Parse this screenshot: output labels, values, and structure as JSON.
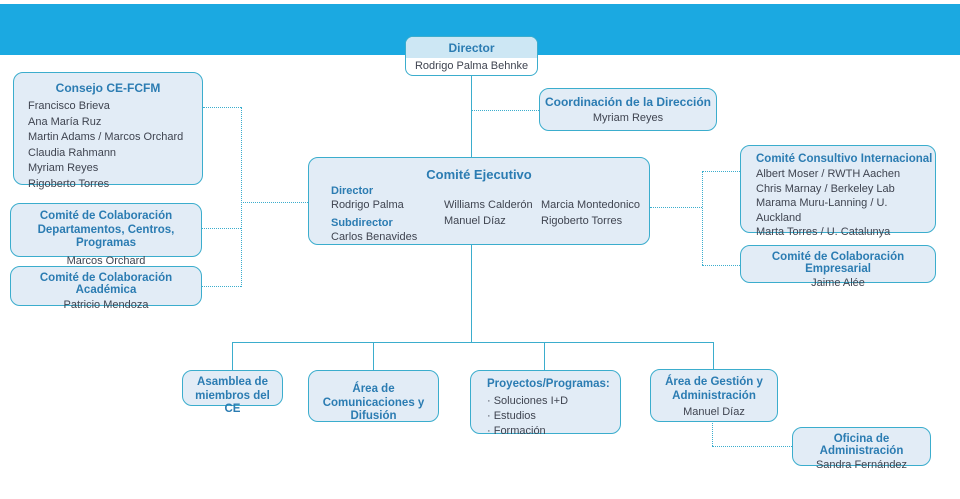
{
  "colors": {
    "bar": "#1ba9e1",
    "border": "#3badcd",
    "fill": "#e2ecf6",
    "band": "#cde7f4",
    "title": "#2b7cb2",
    "text": "#3f4450"
  },
  "boxes": {
    "director": {
      "title": "Director",
      "name": "Rodrigo Palma Behnke"
    },
    "consejo": {
      "title": "Consejo CE-FCFM",
      "members": [
        "Francisco Brieva",
        "Ana María Ruz",
        "Martin Adams / Marcos Orchard",
        "Claudia Rahmann",
        "Myriam Reyes",
        "Rigoberto Torres"
      ]
    },
    "coordinacion": {
      "title": "Coordinación de la Dirección",
      "name": "Myriam Reyes"
    },
    "ejecutivo": {
      "title": "Comité Ejecutivo",
      "director_label": "Director",
      "director_name": "Rodrigo Palma",
      "subdirector_label": "Subdirector",
      "subdirector_name": "Carlos Benavides",
      "col2": [
        "Williams Calderón",
        "Manuel Díaz"
      ],
      "col3": [
        "Marcia Montedonico",
        "Rigoberto Torres"
      ]
    },
    "consultivo": {
      "title": "Comité Consultivo Internacional",
      "members": [
        "Albert Moser / RWTH Aachen",
        "Chris Marnay / Berkeley Lab",
        "Marama Muru-Lanning / U. Auckland",
        "Marta Torres / U. Catalunya"
      ]
    },
    "empresarial": {
      "title": "Comité de Colaboración Empresarial",
      "name": "Jaime Alée"
    },
    "departamentos": {
      "title": "Comité de Colaboración Departamentos, Centros, Programas",
      "name": "Marcos Orchard"
    },
    "academica": {
      "title": "Comité de Colaboración Académica",
      "name": "Patricio Mendoza"
    },
    "asamblea": {
      "title": "Asamblea de miembros del CE"
    },
    "comunicaciones": {
      "title": "Área de Comunicaciones y Difusión"
    },
    "proyectos": {
      "title": "Proyectos/Programas:",
      "items": [
        "· Soluciones I+D",
        "· Estudios",
        "· Formación"
      ]
    },
    "gestion": {
      "title": "Área de Gestión y Administración",
      "name": "Manuel Díaz"
    },
    "oficina": {
      "title": "Oficina de Administración",
      "name": "Sandra Fernández"
    }
  }
}
